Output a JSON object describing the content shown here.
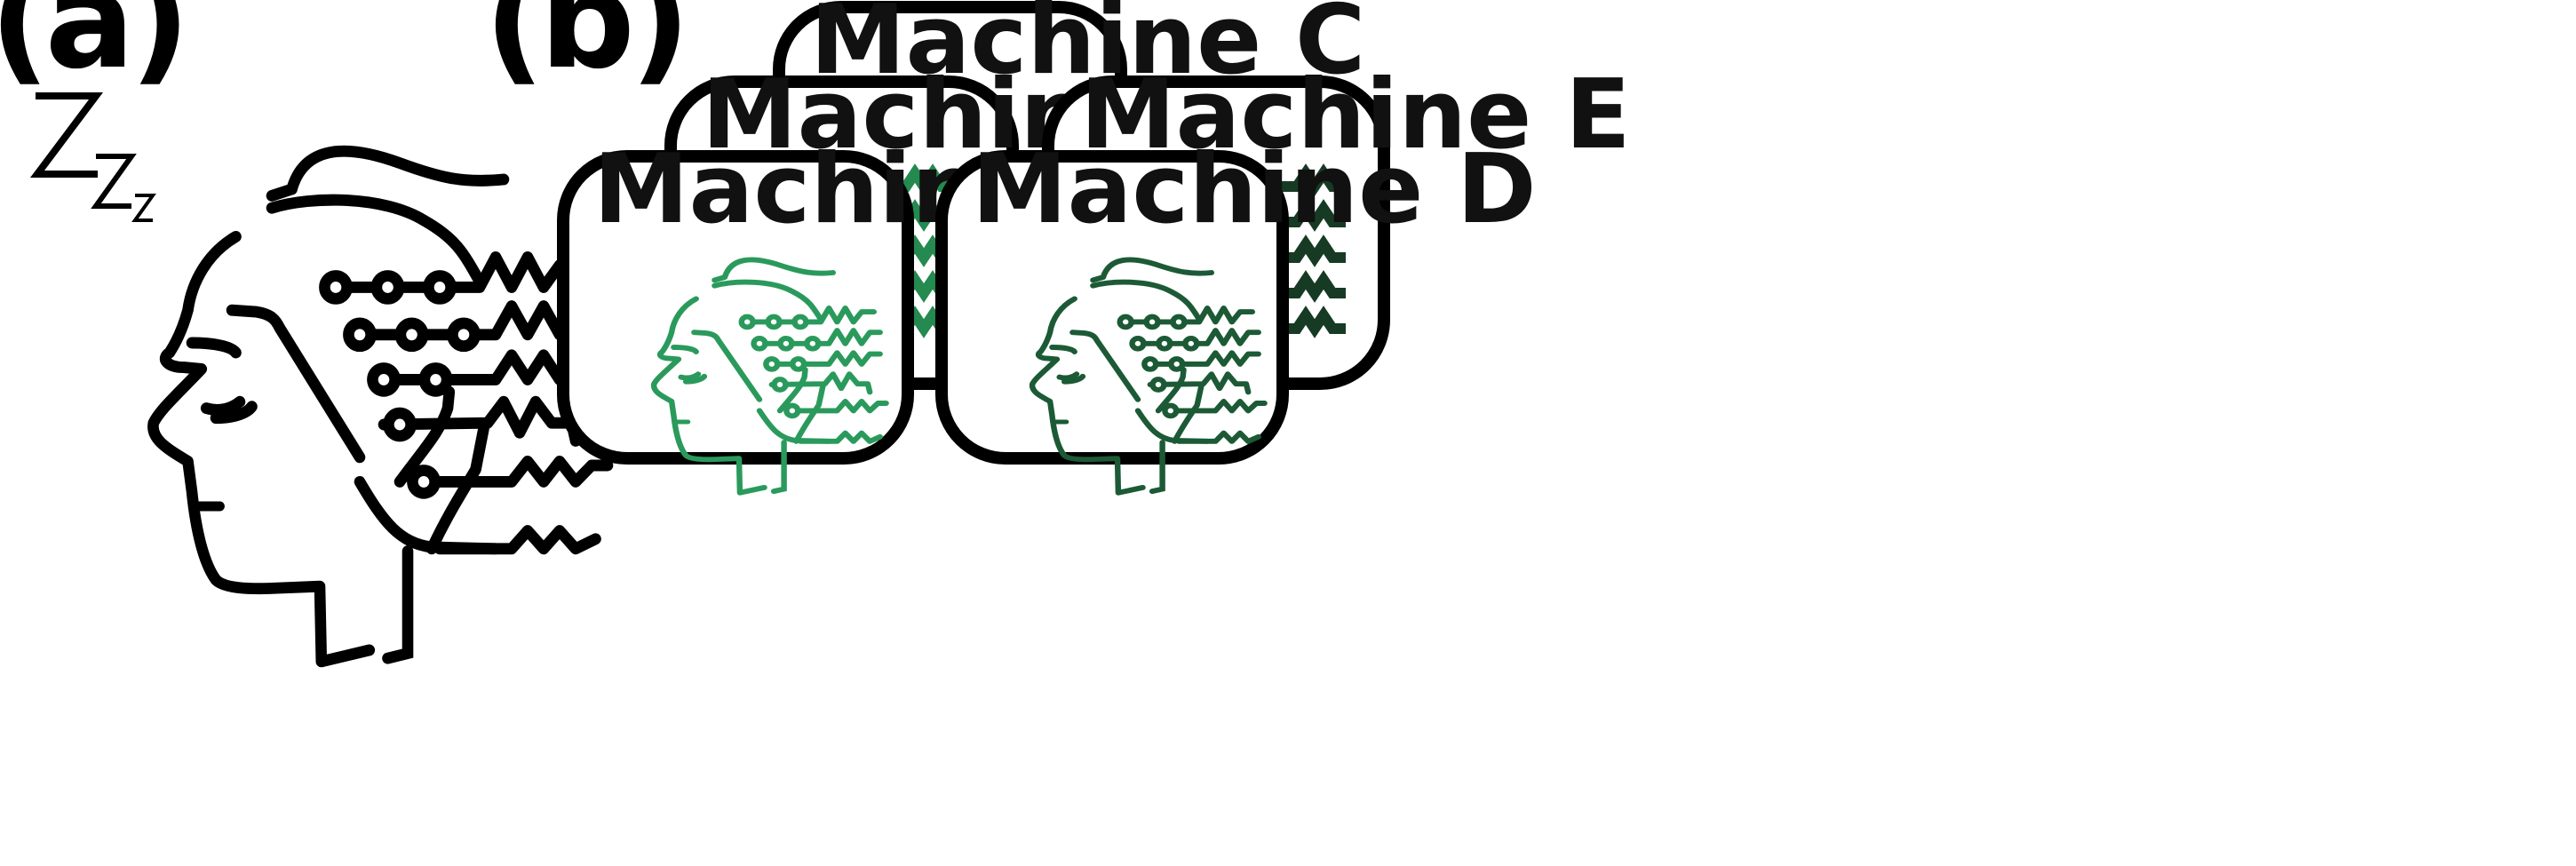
{
  "panel_a": {
    "label": "(a)",
    "sleep_letters": [
      "Z",
      "Z",
      "z"
    ]
  },
  "panel_b": {
    "label": "(b)",
    "machines": [
      {
        "id": "C",
        "title": "Machine C"
      },
      {
        "id": "B",
        "title": "Machine B"
      },
      {
        "id": "E",
        "title": "Machine E"
      },
      {
        "id": "A",
        "title": "Machine A"
      },
      {
        "id": "D",
        "title": "Machine D"
      }
    ]
  },
  "colors": {
    "ink": "#000000",
    "machine_a_icon": "#2a9a5c",
    "machine_d_icon": "#1c5a36",
    "machine_b_icon": "#248a50",
    "machine_e_icon": "#173a25",
    "machine_c_icon": "#2a7a46"
  },
  "icons": {
    "sleeping_head": "ai-brain-head-icon"
  }
}
